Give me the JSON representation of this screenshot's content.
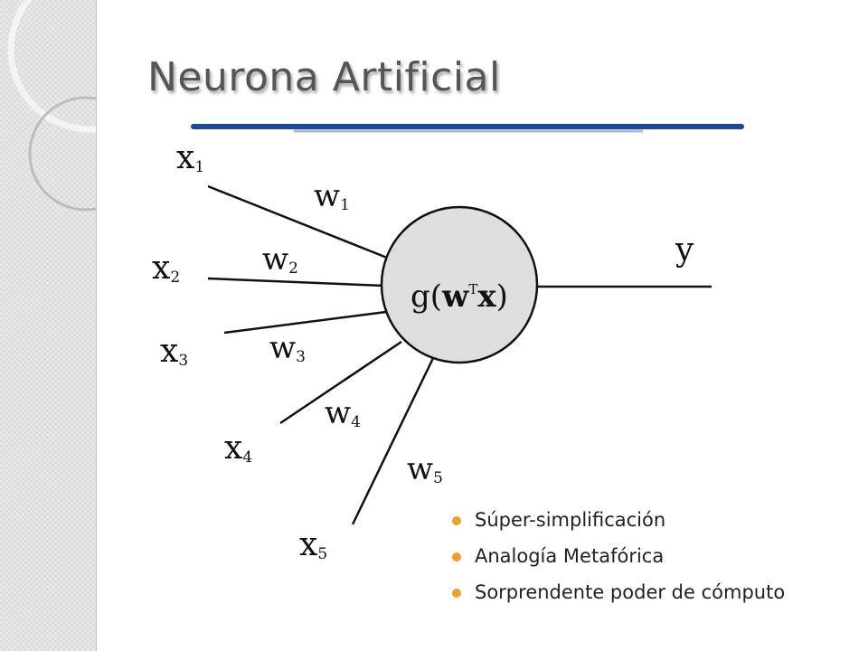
{
  "slide": {
    "title": "Neurona Artificial",
    "colors": {
      "title_rule": "#1a47a0",
      "bullet": "#f0a02a",
      "neuron_fill": "#dedede"
    }
  },
  "diagram": {
    "neuron_label": {
      "g": "g(",
      "w": "w",
      "sup": "T",
      "x": "x",
      "close": ")"
    },
    "output_label": "y",
    "inputs": [
      {
        "x": "x",
        "xsub": "1",
        "w": "w",
        "wsub": "1"
      },
      {
        "x": "x",
        "xsub": "2",
        "w": "w",
        "wsub": "2"
      },
      {
        "x": "x",
        "xsub": "3",
        "w": "w",
        "wsub": "3"
      },
      {
        "x": "x",
        "xsub": "4",
        "w": "w",
        "wsub": "4"
      },
      {
        "x": "x",
        "xsub": "5",
        "w": "w",
        "wsub": "5"
      }
    ]
  },
  "bullets": [
    "Súper-simplificación",
    "Analogía Metafórica",
    "Sorprendente poder de cómputo"
  ]
}
